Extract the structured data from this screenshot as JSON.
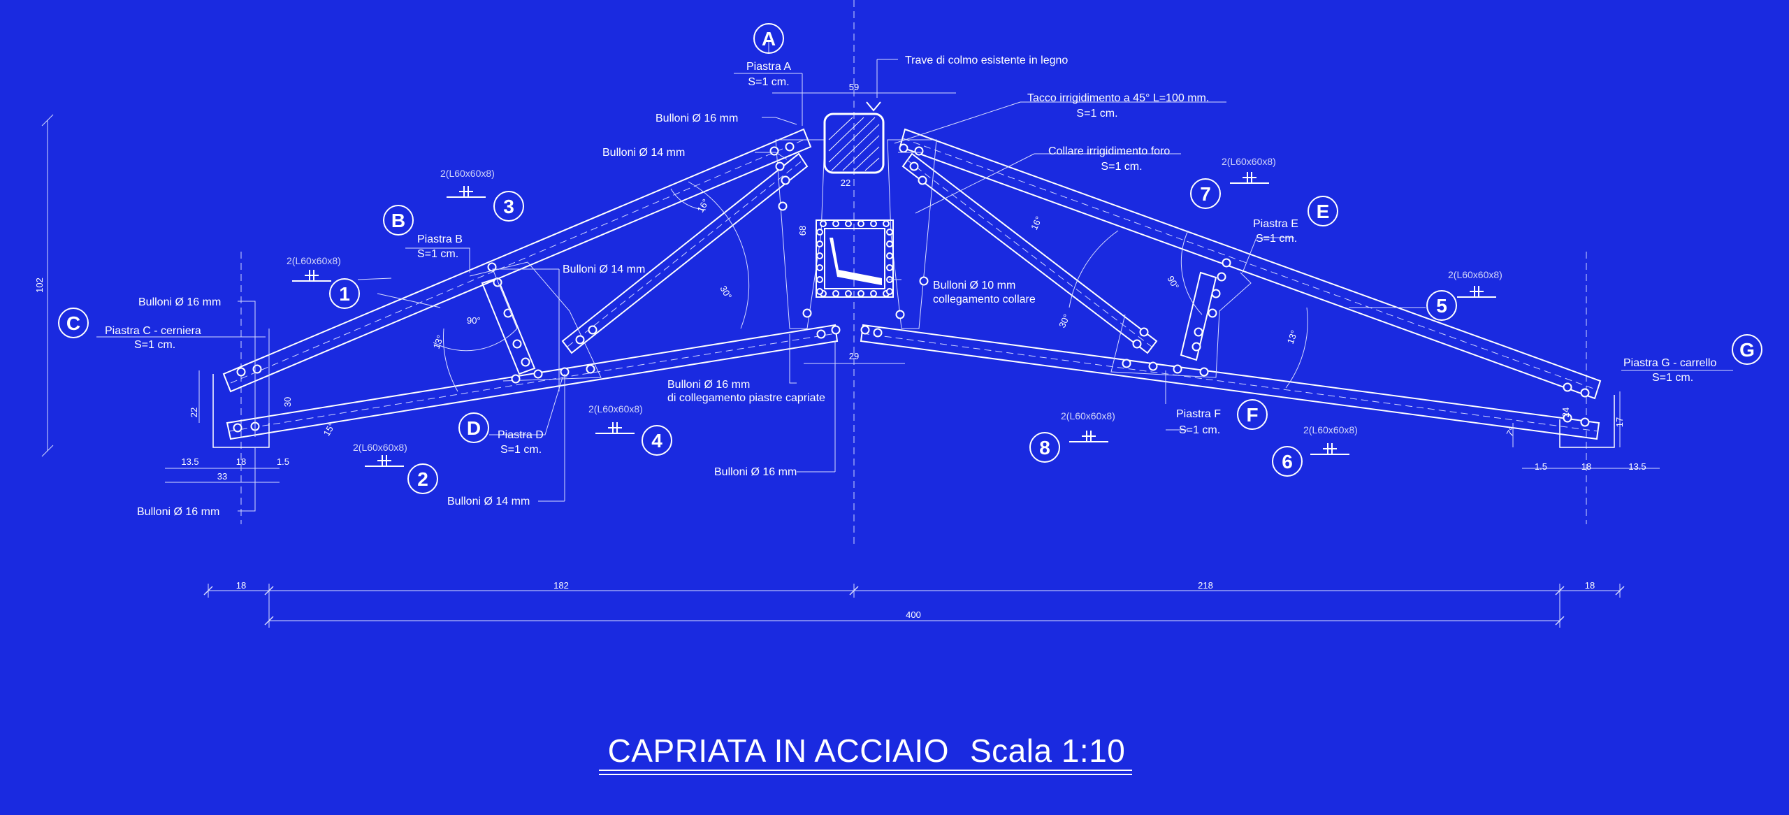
{
  "title": "CAPRIATA IN ACCIAIO",
  "scale": "Scala 1:10",
  "callouts": {
    "A": "A",
    "B": "B",
    "C": "C",
    "D": "D",
    "E": "E",
    "F": "F",
    "G": "G",
    "n1": "1",
    "n2": "2",
    "n3": "3",
    "n4": "4",
    "n5": "5",
    "n6": "6",
    "n7": "7",
    "n8": "8"
  },
  "labels": {
    "piastra_a": "Piastra A",
    "piastra_b": "Piastra B",
    "piastra_c": "Piastra C - cerniera",
    "piastra_d": "Piastra D",
    "piastra_e": "Piastra E",
    "piastra_f": "Piastra F",
    "piastra_g": "Piastra G - carrello",
    "thickness": "S=1 cm.",
    "trave_colmo": "Trave di colmo esistente in legno",
    "tacco": "Tacco irrigidimento a 45° L=100 mm.",
    "collare": "Collare irrigidimento foro",
    "bulloni16": "Bulloni Ø 16 mm",
    "bulloni14": "Bulloni Ø 14 mm",
    "bulloni10": "Bulloni Ø 10 mm",
    "collegamento_collare": "collegamento collare",
    "collegamento_piastre": "di collegamento piastre capriate"
  },
  "section_label": "2(L60x60x8)",
  "dims": {
    "d59": "59",
    "d22": "22",
    "d68": "68",
    "d29": "29",
    "d102": "102",
    "d22b": "22",
    "d30": "30",
    "d135": "13.5",
    "d18": "18",
    "d15": "1.5",
    "d33": "33",
    "d24": "24",
    "d17": "17",
    "d7": "7°",
    "b18l": "18",
    "b182": "182",
    "b218": "218",
    "b18r": "18",
    "b400": "400"
  },
  "angles": {
    "a90l": "90°",
    "a13l": "13°",
    "a15l": "15°",
    "a16": "16°",
    "a30l": "30°",
    "a16r": "16°",
    "a30r": "30°",
    "a90r": "90°",
    "a13r": "13°",
    "a7": "7°"
  }
}
